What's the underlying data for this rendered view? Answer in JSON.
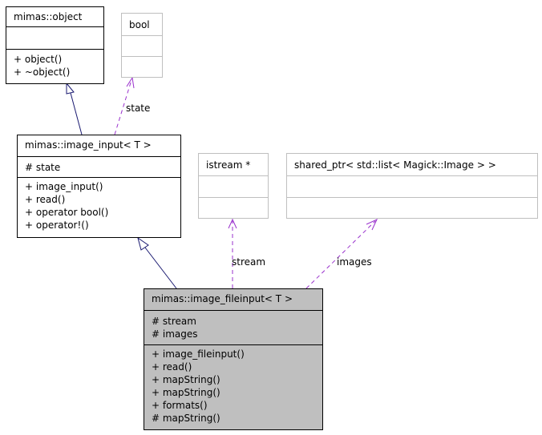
{
  "classes": {
    "object": {
      "title": "mimas::object",
      "attributes": [],
      "methods": [
        "+ object()",
        "+ ~object()"
      ]
    },
    "bool": {
      "title": "bool"
    },
    "image_input": {
      "title": "mimas::image_input< T >",
      "attributes": [
        "# state"
      ],
      "methods": [
        "+ image_input()",
        "+ read()",
        "+ operator bool()",
        "+ operator!()"
      ]
    },
    "istream": {
      "title": "istream *"
    },
    "shared_ptr": {
      "title": "shared_ptr< std::list< Magick::Image > >"
    },
    "image_fileinput": {
      "title": "mimas::image_fileinput< T >",
      "attributes": [
        "# stream",
        "# images"
      ],
      "methods": [
        "+ image_fileinput()",
        "+ read()",
        "+ mapString()",
        "+ mapString()",
        "+ formats()",
        "# mapString()"
      ]
    }
  },
  "edge_labels": {
    "state": "state",
    "stream": "stream",
    "images": "images"
  },
  "colors": {
    "inheritance": "#191970",
    "usage": "#9a32cd",
    "focus_fill": "#bfbfbf",
    "ghost_border": "#bfbfbf"
  }
}
